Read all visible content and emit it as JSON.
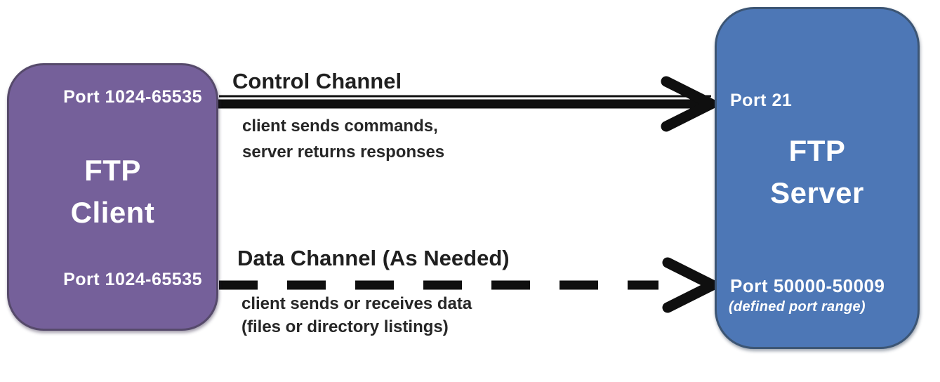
{
  "colors": {
    "client_box_fill": "#75609a",
    "client_box_border": "#564a6b",
    "server_box_fill": "#4d77b6",
    "server_box_border": "#3c5574",
    "arrow": "#0f0f0f",
    "text_dark": "#1f1f1f",
    "box_text": "#ffffff",
    "page_bg": "#ffffff"
  },
  "client_box": {
    "top_port": "Port 1024-65535",
    "title_line1": "FTP",
    "title_line2": "Client",
    "bottom_port": "Port 1024-65535"
  },
  "server_box": {
    "top_port": "Port 21",
    "title_line1": "FTP",
    "title_line2": "Server",
    "bottom_port": "Port 50000-50009",
    "bottom_port_note": "(defined port range)"
  },
  "control_channel": {
    "title": "Control Channel",
    "description_line1": "client sends commands,",
    "description_line2": "server returns responses",
    "line_style": "solid"
  },
  "data_channel": {
    "title": "Data Channel (As Needed)",
    "description_line1": "client sends or receives data",
    "description_line2": "(files or directory listings)",
    "line_style": "dashed"
  }
}
